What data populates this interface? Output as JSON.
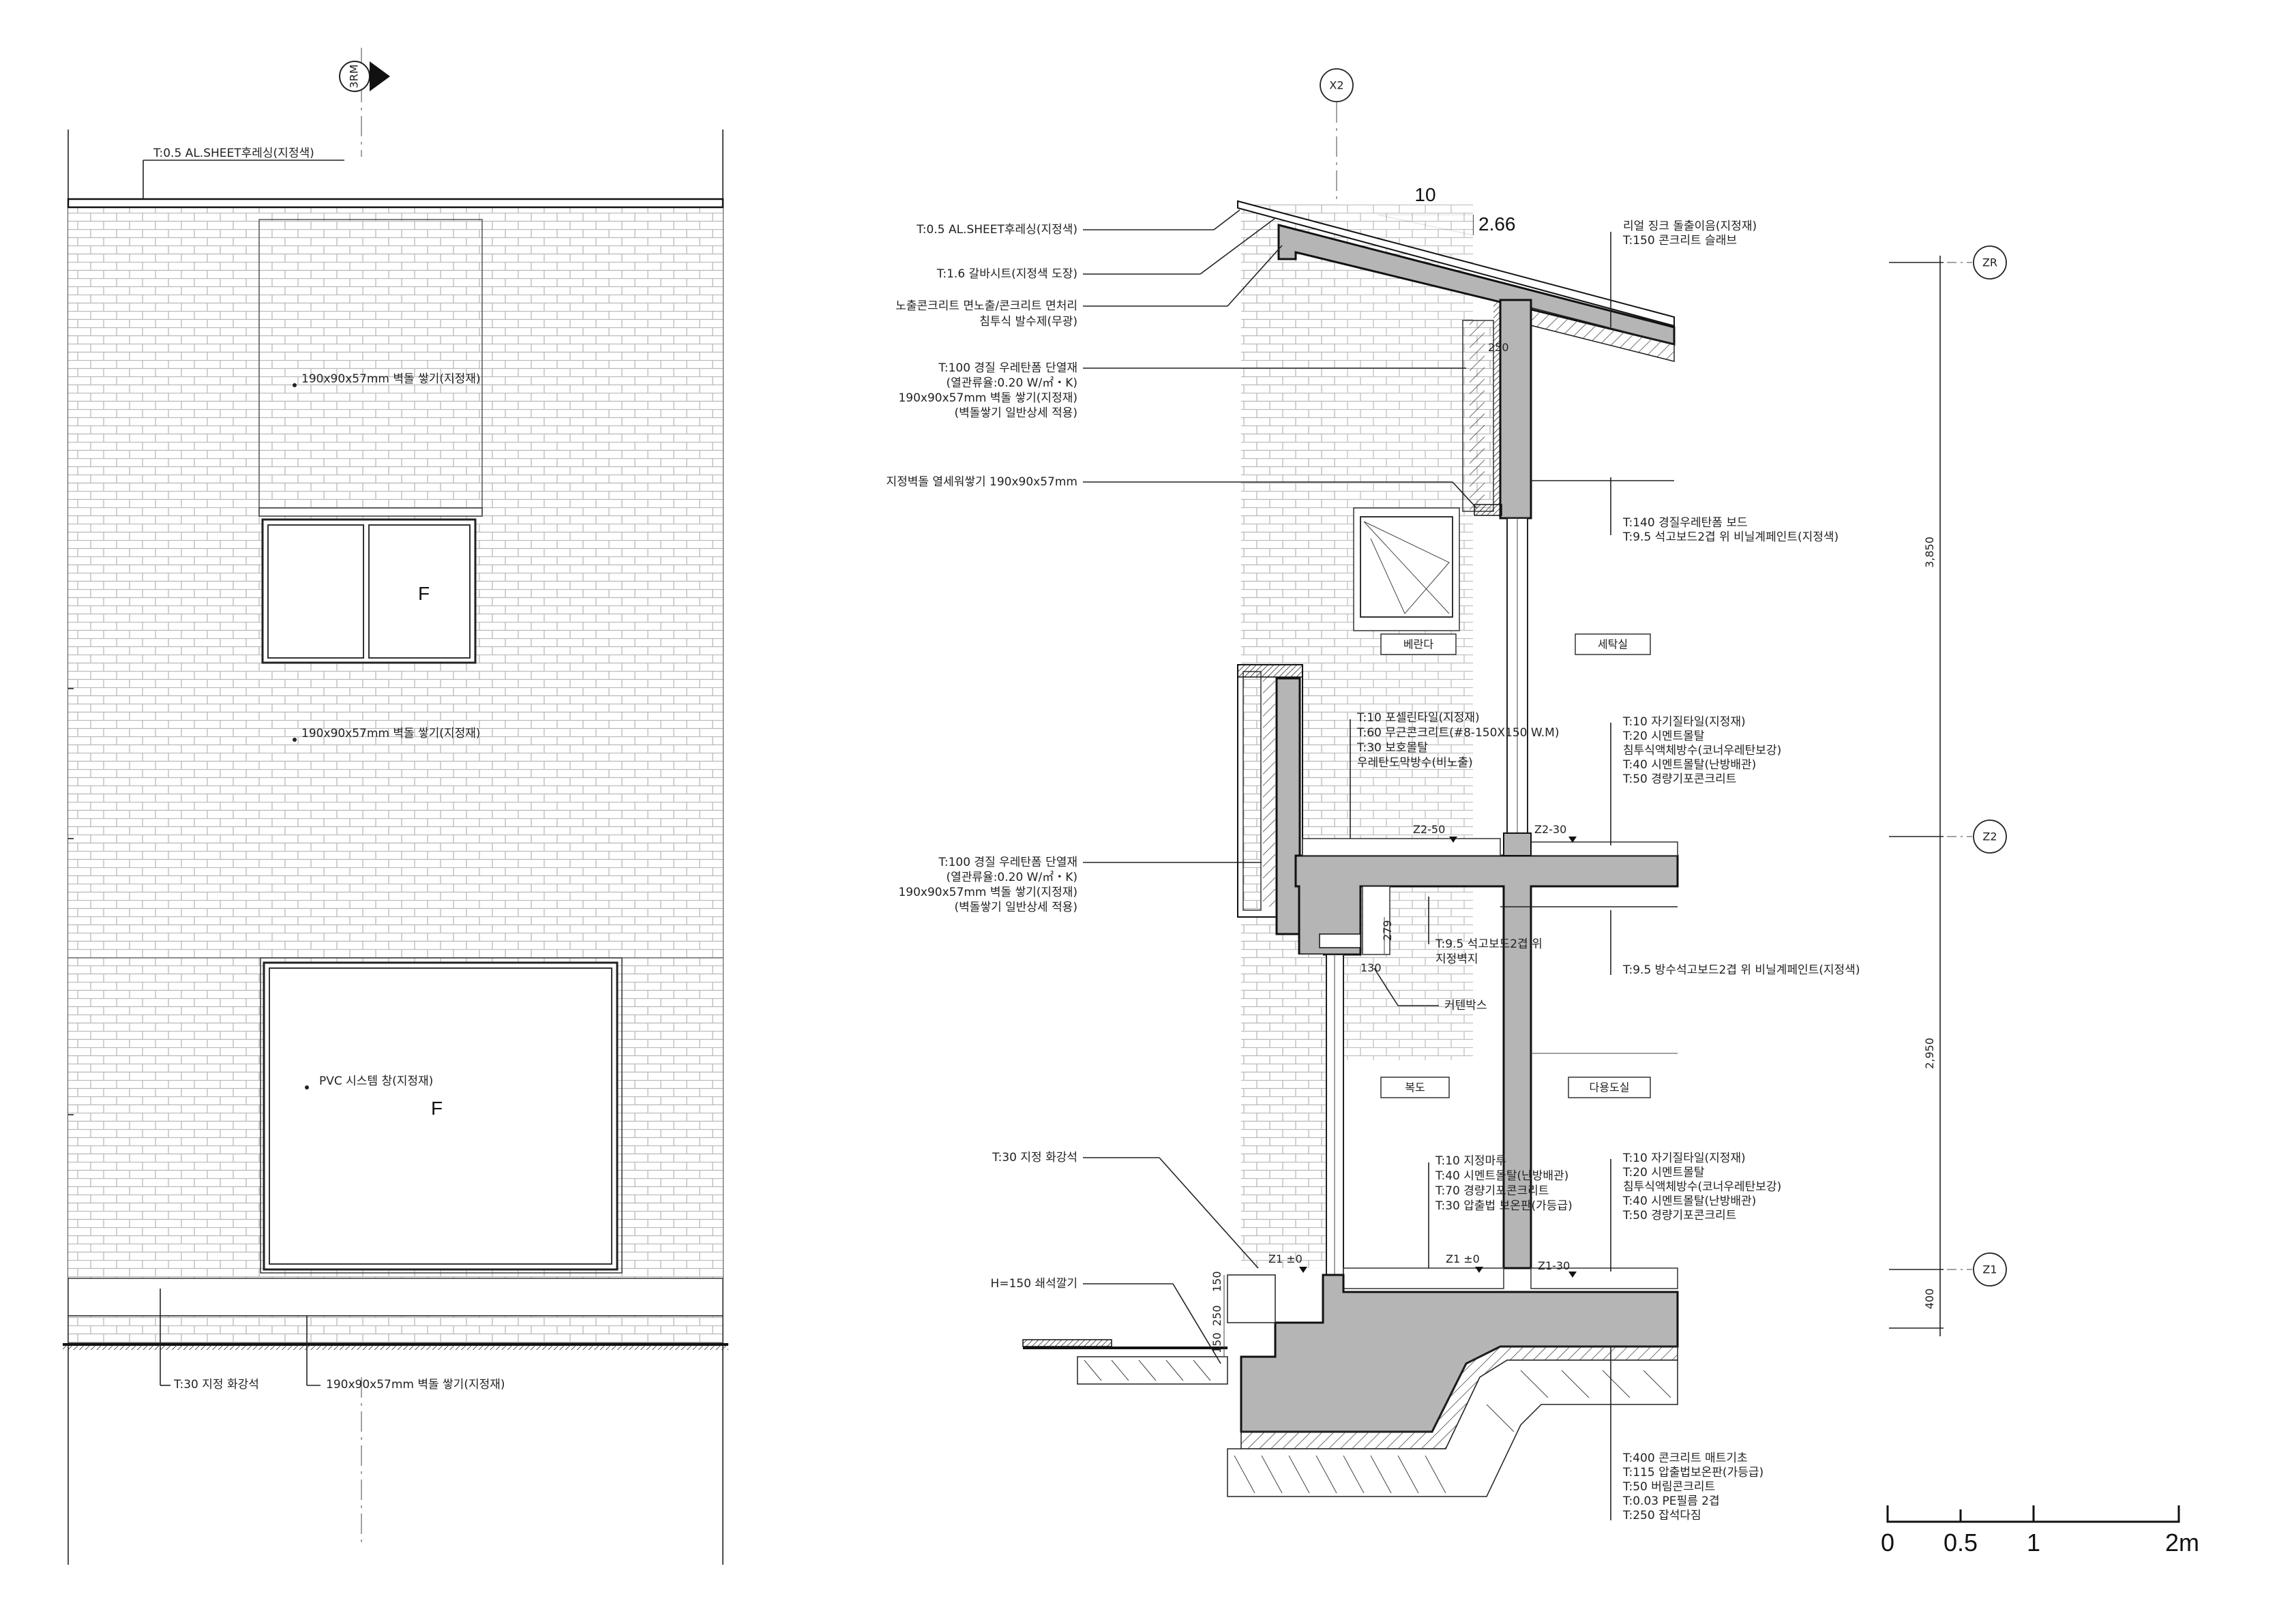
{
  "elevation": {
    "section_marker": "3RM",
    "notes": {
      "roof": "T:0.5 AL.SHEET후레싱(지정색)",
      "brick_upper": "190x90x57mm 벽돌 쌓기(지정재)",
      "brick_middle": "190x90x57mm 벽돌 쌓기(지정재)",
      "window": "PVC 시스템 창(지정재)",
      "base_stone": "T:30 지정 화강석",
      "brick_bottom": "190x90x57mm 벽돌 쌓기(지정재)"
    },
    "window_marks": [
      "F",
      "F"
    ]
  },
  "section": {
    "grid_marker": "X2",
    "slope": {
      "run": "10",
      "rise": "2.66"
    },
    "left_notes": {
      "flashing": "T:0.5 AL.SHEET후레싱(지정색)",
      "galvanized": "T:1.6 갈바시트(지정색 도장)",
      "exposed_concrete": [
        "노출콘크리트 면노출/콘크리트 면처리",
        "침투식 발수제(무광)"
      ],
      "insulation_upper": [
        "T:100 경질 우레탄폼 단열재",
        "(열관류율:0.20 W/㎡・K)",
        "190x90x57mm 벽돌 쌓기(지정재)",
        "(벽돌쌓기 일반상세 적용)"
      ],
      "brick_pattern": "지정벽돌 열세워쌓기 190x90x57mm",
      "insulation_lower": [
        "T:100 경질 우레탄폼 단열재",
        "(열관류율:0.20 W/㎡・K)",
        "190x90x57mm 벽돌 쌓기(지정재)",
        "(벽돌쌓기 일반상세 적용)"
      ],
      "granite": "T:30 지정 화강석",
      "gravel": "H=150 쇄석깔기"
    },
    "right_notes": {
      "roof": [
        "리얼 징크 돌출이음(지정재)",
        "T:150 콘크리트 슬래브"
      ],
      "ceiling": [
        "T:140 경질우레탄폼 보드",
        "T:9.5 석고보드2겹 위 비닐계페인트(지정색)"
      ],
      "floor_2": [
        "T:10 자기질타일(지정재)",
        "T:20 시멘트몰탈",
        "침투식액체방수(코너우레탄보강)",
        "T:40 시멘트몰탈(난방배관)",
        "T:50 경량기포콘크리트"
      ],
      "wall": "T:9.5 방수석고보드2겹 위 비닐계페인트(지정색)",
      "floor_1": [
        "T:10 자기질타일(지정재)",
        "T:20 시멘트몰탈",
        "침투식액체방수(코너우레탄보강)",
        "T:40 시멘트몰탈(난방배관)",
        "T:50 경량기포콘크리트"
      ],
      "foundation": [
        "T:400 콘크리트 매트기초",
        "T:115 압출법보온판(가등급)",
        "T:50 버림콘크리트",
        "T:0.03 PE필름 2겹",
        "T:250 잡석다짐"
      ]
    },
    "inner_notes": {
      "balcony_floor": [
        "T:10 포셀린타일(지정재)",
        "T:60 무근콘크리트(#8-150X150 W.M)",
        "T:30 보호몰탈",
        "우레탄도막방수(비노출)"
      ],
      "ceiling_board": [
        "T:9.5 석고보드2겹 위",
        "지정벽지"
      ],
      "curtain_box": "커텐박스",
      "corridor_floor": [
        "T:10 지정마루",
        "T:40 시멘트몰탈(난방배관)",
        "T:70 경량기포콘크리트",
        "T:30 압출법 보온판(가등급)"
      ]
    },
    "rooms": [
      "베란다",
      "세탁실",
      "복도",
      "다용도실"
    ],
    "levels": {
      "z2_left": "Z2-50",
      "z2_right": "Z2-30",
      "z1_left": "Z1 ±0",
      "z1_mid": "Z1 ±0",
      "z1_right": "Z1-30"
    },
    "small_dims": [
      "250",
      "279",
      "130",
      "150",
      "250",
      "150"
    ]
  },
  "grid_levels": {
    "markers": [
      "ZR",
      "Z2",
      "Z1"
    ],
    "dims": [
      "3,850",
      "2,950",
      "400"
    ]
  },
  "scale_bar": {
    "labels": [
      "0",
      "0.5",
      "1",
      "2m"
    ]
  }
}
